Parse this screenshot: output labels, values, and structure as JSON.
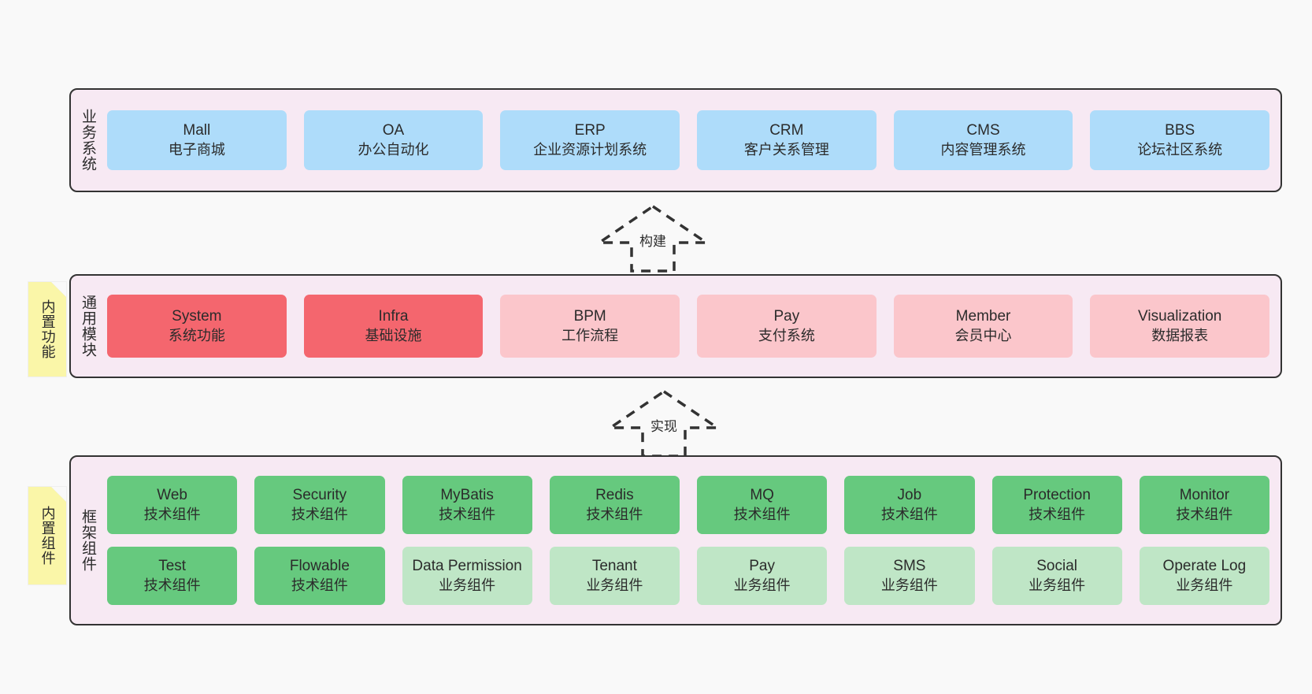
{
  "theme": {
    "page_bg": "#F9F9F9",
    "panel_bg": "#F7E9F3",
    "panel_border": "#333333",
    "blue": "#AEDCFA",
    "red": "#F4666E",
    "pink": "#FBC6CB",
    "green": "#66C97E",
    "green_light": "#BFE6C6",
    "sticky_yellow": "#FAF6A8",
    "fold_gray": "#C9C9C9",
    "text": "#2B2B2B"
  },
  "sections": {
    "business": {
      "label": "业务系统",
      "cards": [
        {
          "title": "Mall",
          "subtitle": "电子商城"
        },
        {
          "title": "OA",
          "subtitle": "办公自动化"
        },
        {
          "title": "ERP",
          "subtitle": "企业资源计划系统"
        },
        {
          "title": "CRM",
          "subtitle": "客户关系管理"
        },
        {
          "title": "CMS",
          "subtitle": "内容管理系统"
        },
        {
          "title": "BBS",
          "subtitle": "论坛社区系统"
        }
      ]
    },
    "modules": {
      "label": "通用模块",
      "sticky": "内置功能",
      "cards": [
        {
          "title": "System",
          "subtitle": "系统功能",
          "color": "red"
        },
        {
          "title": "Infra",
          "subtitle": "基础设施",
          "color": "red"
        },
        {
          "title": "BPM",
          "subtitle": "工作流程",
          "color": "pink"
        },
        {
          "title": "Pay",
          "subtitle": "支付系统",
          "color": "pink"
        },
        {
          "title": "Member",
          "subtitle": "会员中心",
          "color": "pink"
        },
        {
          "title": "Visualization",
          "subtitle": "数据报表",
          "color": "pink"
        }
      ]
    },
    "framework": {
      "label": "框架组件",
      "sticky": "内置组件",
      "row1": [
        {
          "title": "Web",
          "subtitle": "技术组件"
        },
        {
          "title": "Security",
          "subtitle": "技术组件"
        },
        {
          "title": "MyBatis",
          "subtitle": "技术组件"
        },
        {
          "title": "Redis",
          "subtitle": "技术组件"
        },
        {
          "title": "MQ",
          "subtitle": "技术组件"
        },
        {
          "title": "Job",
          "subtitle": "技术组件"
        },
        {
          "title": "Protection",
          "subtitle": "技术组件"
        },
        {
          "title": "Monitor",
          "subtitle": "技术组件"
        }
      ],
      "row2": [
        {
          "title": "Test",
          "subtitle": "技术组件",
          "color": "green"
        },
        {
          "title": "Flowable",
          "subtitle": "技术组件",
          "color": "green"
        },
        {
          "title": "Data Permission",
          "subtitle": "业务组件",
          "color": "green-light"
        },
        {
          "title": "Tenant",
          "subtitle": "业务组件",
          "color": "green-light"
        },
        {
          "title": "Pay",
          "subtitle": "业务组件",
          "color": "green-light"
        },
        {
          "title": "SMS",
          "subtitle": "业务组件",
          "color": "green-light"
        },
        {
          "title": "Social",
          "subtitle": "业务组件",
          "color": "green-light"
        },
        {
          "title": "Operate Log",
          "subtitle": "业务组件",
          "color": "green-light"
        }
      ]
    }
  },
  "connectors": [
    {
      "label": "构建",
      "direction": "up"
    },
    {
      "label": "实现",
      "direction": "up"
    }
  ]
}
